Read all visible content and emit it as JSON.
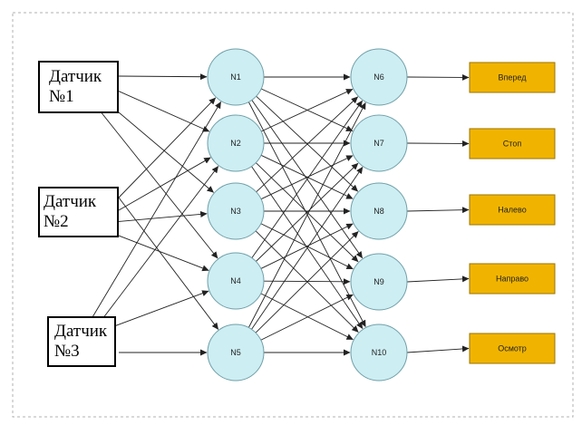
{
  "sensors": [
    {
      "label": "Датчик\n№1"
    },
    {
      "label": "Датчик\n№2"
    },
    {
      "label": "Датчик\n№3"
    }
  ],
  "hidden_neurons": [
    {
      "label": "N1"
    },
    {
      "label": "N2"
    },
    {
      "label": "N3"
    },
    {
      "label": "N4"
    },
    {
      "label": "N5"
    }
  ],
  "output_neurons": [
    {
      "label": "N6"
    },
    {
      "label": "N7"
    },
    {
      "label": "N8"
    },
    {
      "label": "N9"
    },
    {
      "label": "N10"
    }
  ],
  "outputs": [
    {
      "label": "Вперед"
    },
    {
      "label": "Стоп"
    },
    {
      "label": "Налево"
    },
    {
      "label": "Направо"
    },
    {
      "label": "Осмотр"
    }
  ],
  "colors": {
    "neuron_fill": "#cdeef3",
    "neuron_stroke": "#6f9fa8",
    "output_fill": "#f0b400",
    "output_stroke": "#9a7400",
    "frame": "#b0b0b0",
    "arrow": "#222222"
  }
}
